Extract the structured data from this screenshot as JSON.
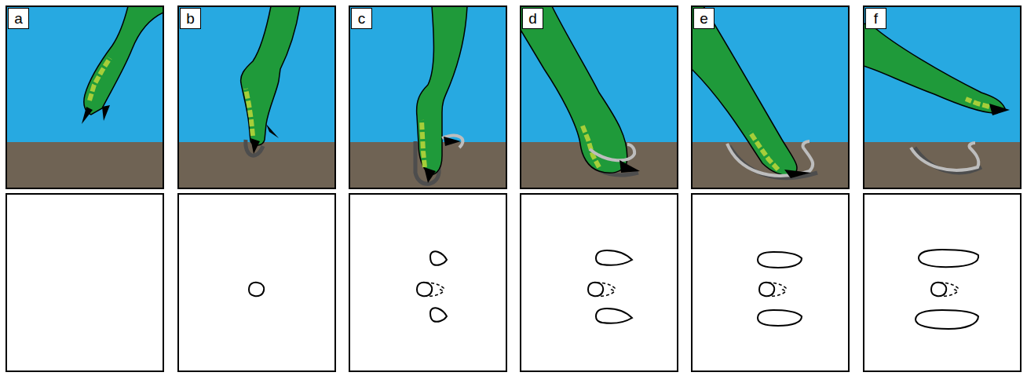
{
  "diagram": {
    "nodes": [
      {
        "text": [
          "a"
        ]
      },
      {
        "text": [
          "b"
        ]
      },
      {
        "text": [
          "c"
        ]
      },
      {
        "text": [
          "d"
        ]
      },
      {
        "text": [
          "e"
        ]
      },
      {
        "text": [
          "f"
        ]
      }
    ]
  }
}
